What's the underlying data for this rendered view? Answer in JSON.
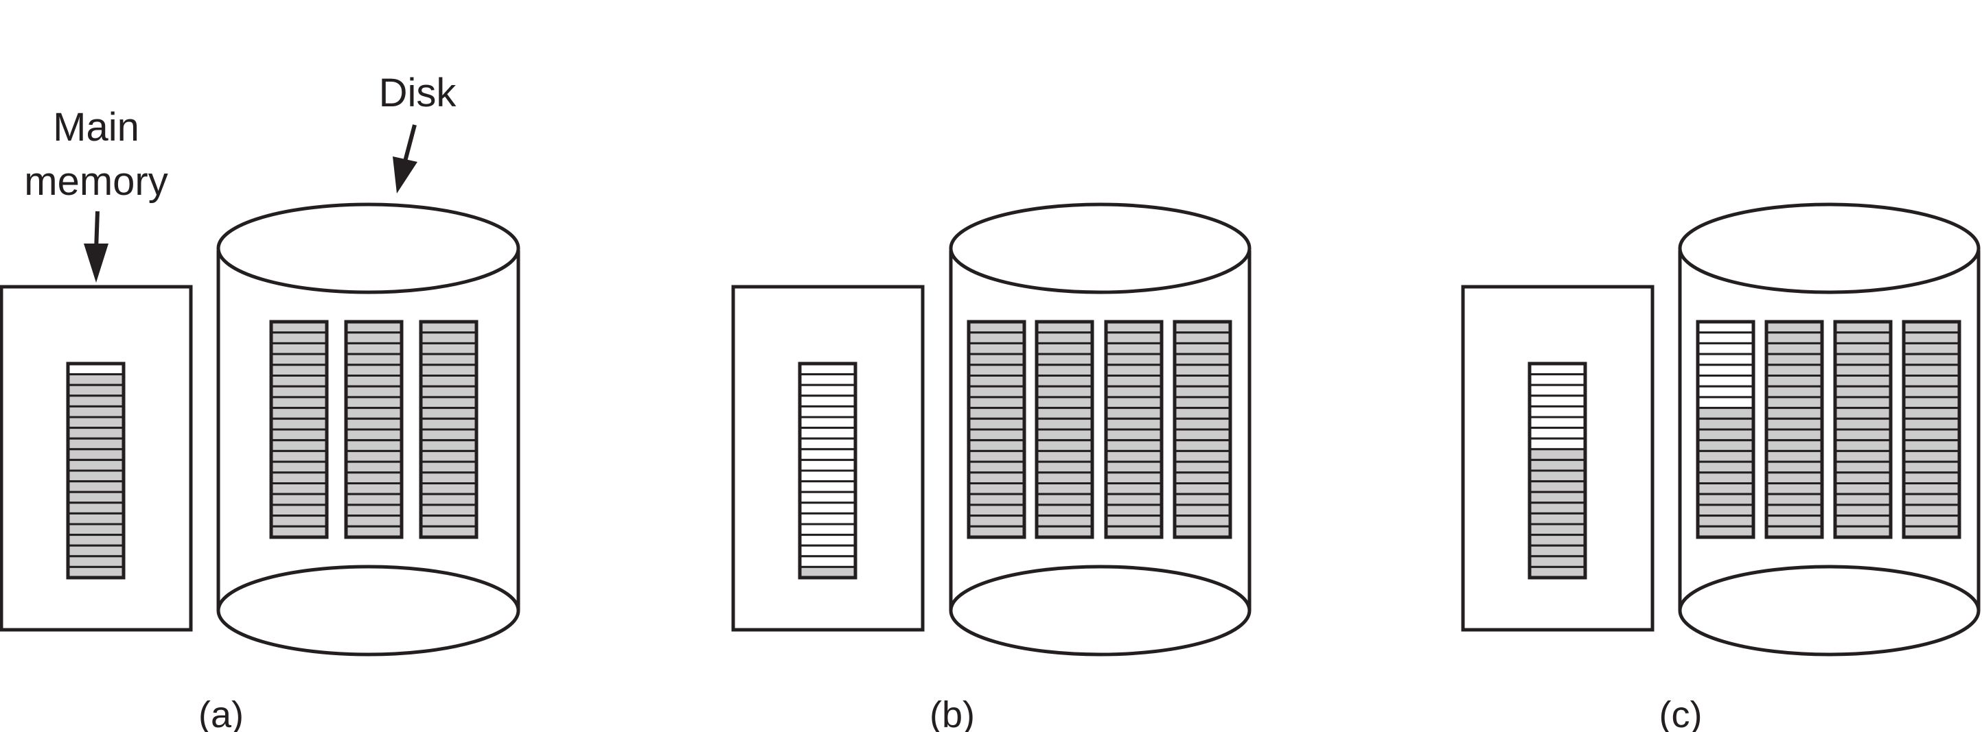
{
  "labels": {
    "main_memory_line1": "Main",
    "main_memory_line2": "memory",
    "disk": "Disk"
  },
  "panels": [
    {
      "caption": "(a)",
      "memory_slots": [
        "white",
        "gray",
        "gray",
        "gray",
        "gray",
        "gray",
        "gray",
        "gray",
        "gray",
        "gray",
        "gray",
        "gray",
        "gray",
        "gray",
        "gray",
        "gray",
        "gray",
        "gray",
        "gray",
        "gray"
      ],
      "disk_columns": [
        [
          "gray",
          "gray",
          "gray",
          "gray",
          "gray",
          "gray",
          "gray",
          "gray",
          "gray",
          "gray",
          "gray",
          "gray",
          "gray",
          "gray",
          "gray",
          "gray",
          "gray",
          "gray",
          "gray",
          "gray"
        ],
        [
          "gray",
          "gray",
          "gray",
          "gray",
          "gray",
          "gray",
          "gray",
          "gray",
          "gray",
          "gray",
          "gray",
          "gray",
          "gray",
          "gray",
          "gray",
          "gray",
          "gray",
          "gray",
          "gray",
          "gray"
        ],
        [
          "gray",
          "gray",
          "gray",
          "gray",
          "gray",
          "gray",
          "gray",
          "gray",
          "gray",
          "gray",
          "gray",
          "gray",
          "gray",
          "gray",
          "gray",
          "gray",
          "gray",
          "gray",
          "gray",
          "gray"
        ]
      ]
    },
    {
      "caption": "(b)",
      "memory_slots": [
        "white",
        "white",
        "white",
        "white",
        "white",
        "white",
        "white",
        "white",
        "white",
        "white",
        "white",
        "white",
        "white",
        "white",
        "white",
        "white",
        "white",
        "white",
        "white",
        "gray"
      ],
      "disk_columns": [
        [
          "gray",
          "gray",
          "gray",
          "gray",
          "gray",
          "gray",
          "gray",
          "gray",
          "gray",
          "gray",
          "gray",
          "gray",
          "gray",
          "gray",
          "gray",
          "gray",
          "gray",
          "gray",
          "gray",
          "gray"
        ],
        [
          "gray",
          "gray",
          "gray",
          "gray",
          "gray",
          "gray",
          "gray",
          "gray",
          "gray",
          "gray",
          "gray",
          "gray",
          "gray",
          "gray",
          "gray",
          "gray",
          "gray",
          "gray",
          "gray",
          "gray"
        ],
        [
          "gray",
          "gray",
          "gray",
          "gray",
          "gray",
          "gray",
          "gray",
          "gray",
          "gray",
          "gray",
          "gray",
          "gray",
          "gray",
          "gray",
          "gray",
          "gray",
          "gray",
          "gray",
          "gray",
          "gray"
        ],
        [
          "gray",
          "gray",
          "gray",
          "gray",
          "gray",
          "gray",
          "gray",
          "gray",
          "gray",
          "gray",
          "gray",
          "gray",
          "gray",
          "gray",
          "gray",
          "gray",
          "gray",
          "gray",
          "gray",
          "gray"
        ]
      ]
    },
    {
      "caption": "(c)",
      "memory_slots": [
        "white",
        "white",
        "white",
        "white",
        "white",
        "white",
        "white",
        "white",
        "gray",
        "gray",
        "gray",
        "gray",
        "gray",
        "gray",
        "gray",
        "gray",
        "gray",
        "gray",
        "gray",
        "gray"
      ],
      "disk_columns": [
        [
          "white",
          "white",
          "white",
          "white",
          "white",
          "white",
          "white",
          "white",
          "gray",
          "gray",
          "gray",
          "gray",
          "gray",
          "gray",
          "gray",
          "gray",
          "gray",
          "gray",
          "gray",
          "gray"
        ],
        [
          "gray",
          "gray",
          "gray",
          "gray",
          "gray",
          "gray",
          "gray",
          "gray",
          "gray",
          "gray",
          "gray",
          "gray",
          "gray",
          "gray",
          "gray",
          "gray",
          "gray",
          "gray",
          "gray",
          "gray"
        ],
        [
          "gray",
          "gray",
          "gray",
          "gray",
          "gray",
          "gray",
          "gray",
          "gray",
          "gray",
          "gray",
          "gray",
          "gray",
          "gray",
          "gray",
          "gray",
          "gray",
          "gray",
          "gray",
          "gray",
          "gray"
        ],
        [
          "gray",
          "gray",
          "gray",
          "gray",
          "gray",
          "gray",
          "gray",
          "gray",
          "gray",
          "gray",
          "gray",
          "gray",
          "gray",
          "gray",
          "gray",
          "gray",
          "gray",
          "gray",
          "gray",
          "gray"
        ]
      ]
    }
  ],
  "colors": {
    "stroke": "#231f20",
    "gray": "#cccccc",
    "white": "#ffffff"
  }
}
